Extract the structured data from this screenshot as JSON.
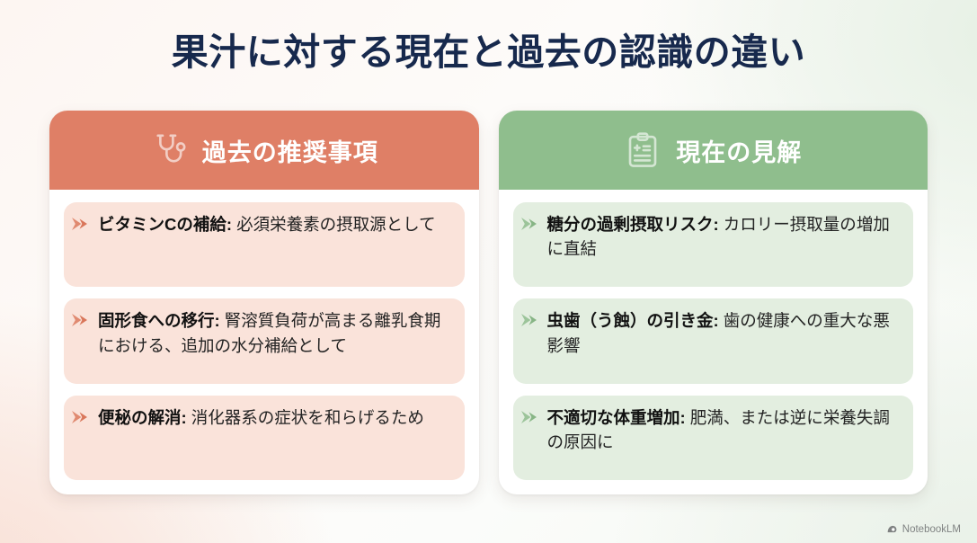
{
  "slide": {
    "title": "果汁に対する現在と過去の認識の違い",
    "watermark": "NotebookLM",
    "watermark_icon": "notebooklm-logo-icon"
  },
  "theme": {
    "title_color": "#17294d",
    "past_header_bg": "#df7f66",
    "now_header_bg": "#8fbe8d",
    "past_item_bg": "#fae3da",
    "now_item_bg": "#e3eee0",
    "past_bullet": "#e08a70",
    "now_bullet": "#9cc49a",
    "card_bg": "#ffffff"
  },
  "columns": [
    {
      "key": "past",
      "header": {
        "title": "過去の推奨事項",
        "icon": "stethoscope-icon"
      },
      "items": [
        {
          "lead": "ビタミンCの補給:",
          "rest": " 必須栄養素の摂取源として"
        },
        {
          "lead": "固形食への移行:",
          "rest": " 腎溶質負荷が高まる離乳食期における、追加の水分補給として"
        },
        {
          "lead": "便秘の解消:",
          "rest": " 消化器系の症状を和らげるため"
        }
      ]
    },
    {
      "key": "now",
      "header": {
        "title": "現在の見解",
        "icon": "clipboard-medical-icon"
      },
      "items": [
        {
          "lead": "糖分の過剰摂取リスク:",
          "rest": " カロリー摂取量の増加に直結"
        },
        {
          "lead": "虫歯（う蝕）の引き金:",
          "rest": " 歯の健康への重大な悪影響"
        },
        {
          "lead": "不適切な体重増加:",
          "rest": " 肥満、または逆に栄養失調の原因に"
        }
      ]
    }
  ]
}
